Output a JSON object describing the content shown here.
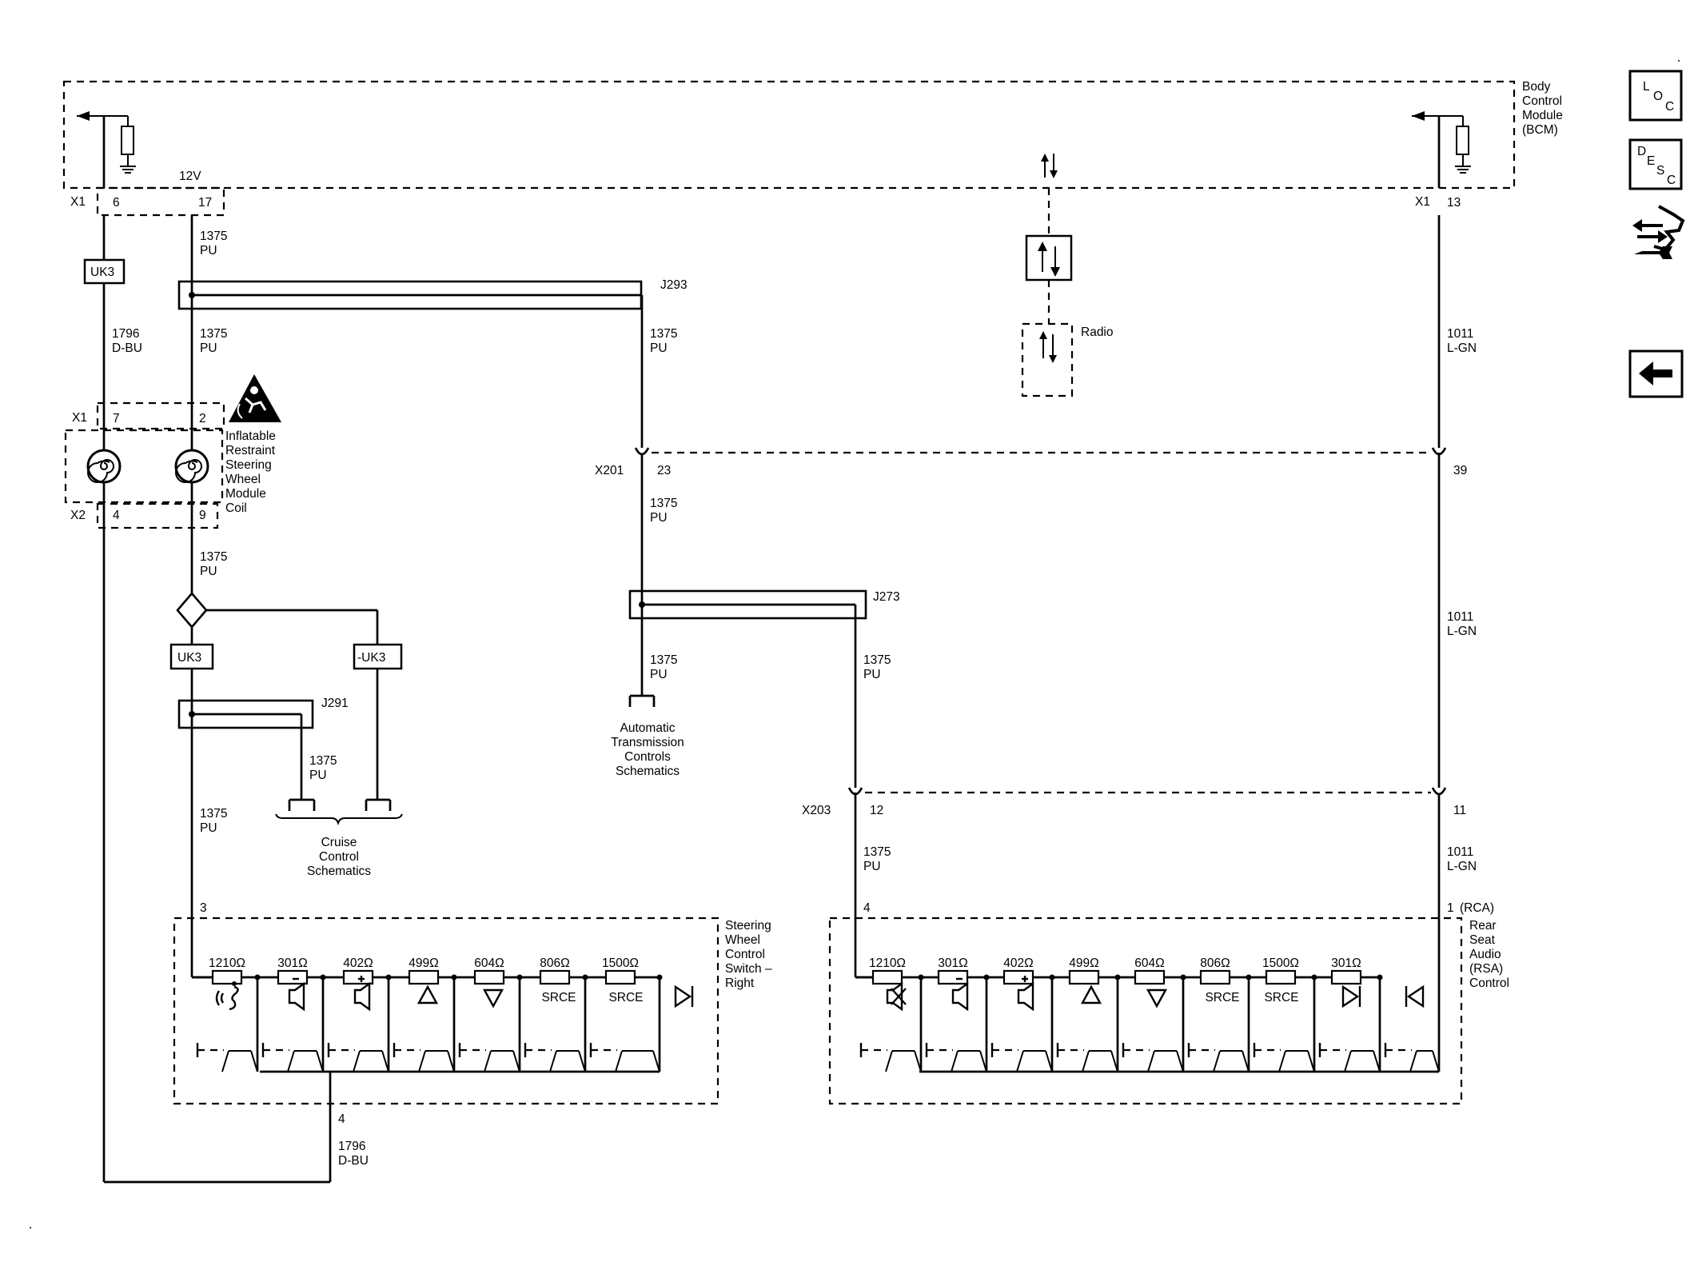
{
  "bcm": {
    "title": [
      "Body",
      "Control",
      "Module",
      "(BCM)"
    ],
    "pin_left": "6",
    "pin_12v_label": "12V",
    "pin_12v": "17",
    "conn_left": "X1",
    "conn_right": "X1",
    "pin_right": "13"
  },
  "circuits": {
    "c1375": {
      "num": "1375",
      "color": "PU"
    },
    "c1796": {
      "num": "1796",
      "color": "D-BU"
    },
    "c1011": {
      "num": "1011",
      "color": "L-GN"
    }
  },
  "options": {
    "uk3": "UK3",
    "not_uk3": "-UK3"
  },
  "splices": {
    "j293": "J293",
    "j273": "J273",
    "j291": "J291"
  },
  "radio": {
    "label": "Radio"
  },
  "coil": {
    "title": [
      "Inflatable",
      "Restraint",
      "Steering",
      "Wheel",
      "Module",
      "Coil"
    ],
    "x1": "X1",
    "x2": "X2",
    "pin_x1_a": "7",
    "pin_x1_b": "2",
    "pin_x2_a": "4",
    "pin_x2_b": "9"
  },
  "inline": {
    "x201": "X201",
    "x201_pin_a": "23",
    "x201_pin_b": "39",
    "x203": "X203",
    "x203_pin_a": "12",
    "x203_pin_b": "11"
  },
  "refs": {
    "auto_trans": [
      "Automatic",
      "Transmission",
      "Controls",
      "Schematics"
    ],
    "cruise": [
      "Cruise",
      "Control",
      "Schematics"
    ]
  },
  "sw_right": {
    "title": [
      "Steering",
      "Wheel",
      "Control",
      "Switch –",
      "Right"
    ],
    "pin_in": "3",
    "pin_out": "4",
    "resistors": [
      "1210Ω",
      "301Ω",
      "402Ω",
      "499Ω",
      "604Ω",
      "806Ω",
      "1500Ω"
    ],
    "srce": "SRCE",
    "icons": [
      "voice-recognition-icon",
      "volume-down-icon",
      "volume-up-icon",
      "seek-up-icon",
      "seek-down-icon",
      "source-button",
      "next-track-icon"
    ]
  },
  "rsa": {
    "title": [
      "Rear",
      "Seat",
      "Audio",
      "(RSA)",
      "Control"
    ],
    "pin_in": "4",
    "pin_out": "1",
    "rca": "(RCA)",
    "resistors": [
      "1210Ω",
      "301Ω",
      "402Ω",
      "499Ω",
      "604Ω",
      "806Ω",
      "1500Ω",
      "301Ω"
    ],
    "srce": "SRCE",
    "icons": [
      "mute-icon",
      "volume-down-icon",
      "volume-up-icon",
      "seek-up-icon",
      "seek-down-icon",
      "source-button",
      "next-track-icon",
      "previous-track-icon"
    ]
  },
  "sidebar": {
    "loc_letters": [
      "L",
      "O",
      "C"
    ],
    "desc_letters": [
      "D",
      "E",
      "S",
      "C"
    ]
  }
}
